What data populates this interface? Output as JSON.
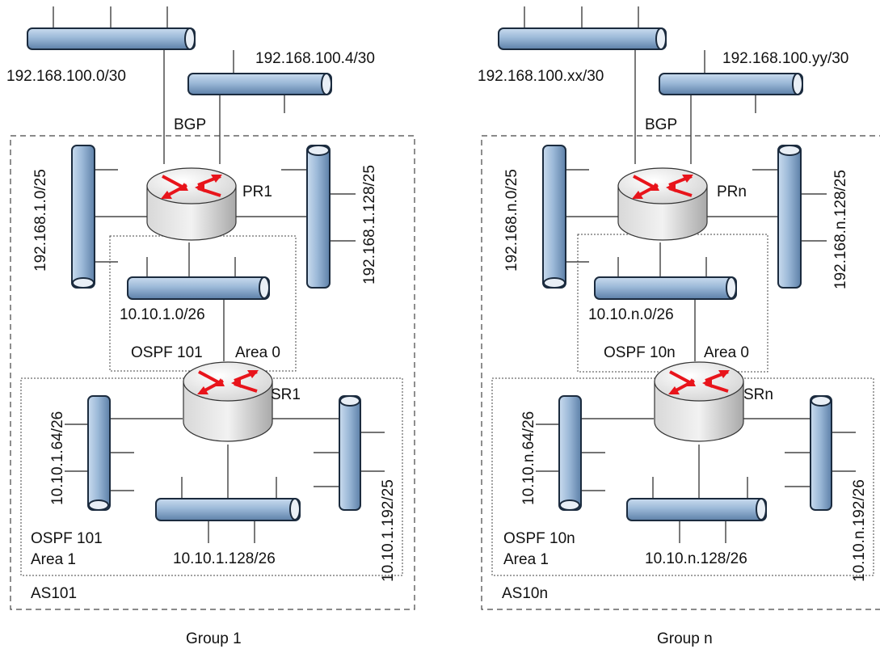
{
  "groups": [
    {
      "caption": "Group 1",
      "as_label": "AS101",
      "bgp_label": "BGP",
      "provider_router": "PR1",
      "site_router": "SR1",
      "ospf_backbone": "OSPF 101",
      "area0": "Area 0",
      "ospf_area1": "OSPF 101",
      "area1": "Area 1",
      "net_bgp_a": "192.168.100.0/30",
      "net_bgp_b": "192.168.100.4/30",
      "net_lan_left": "192.168.1.0/25",
      "net_lan_right": "192.168.1.128/25",
      "net_area0": "10.10.1.0/26",
      "net_area1_left": "10.10.1.64/26",
      "net_area1_right": "10.10.1.192/25",
      "net_area1_bottom": "10.10.1.128/26"
    },
    {
      "caption": "Group n",
      "as_label": "AS10n",
      "bgp_label": "BGP",
      "provider_router": "PRn",
      "site_router": "SRn",
      "ospf_backbone": "OSPF 10n",
      "area0": "Area 0",
      "ospf_area1": "OSPF 10n",
      "area1": "Area 1",
      "net_bgp_a": "192.168.100.xx/30",
      "net_bgp_b": "192.168.100.yy/30",
      "net_lan_left": "192.168.n.0/25",
      "net_lan_right": "192.168.n.128/25",
      "net_area0": "10.10.n.0/26",
      "net_area1_left": "10.10.n.64/26",
      "net_area1_right": "10.10.n.192/26",
      "net_area1_bottom": "10.10.n.128/26"
    }
  ],
  "colors": {
    "bus_fill": "#9cb9d8",
    "bus_stroke": "#1b2b3e",
    "arrow": "#e8141b",
    "router_top": "#eeeeee",
    "router_side": "#c4c4c4",
    "line": "#222222"
  }
}
